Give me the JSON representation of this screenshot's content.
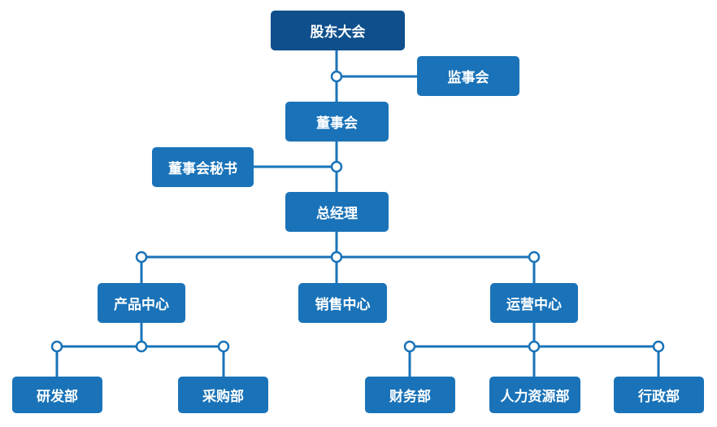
{
  "colors": {
    "node": "#1a73b8",
    "top_node": "#0e4f8c",
    "line": "#1a73b8",
    "background": "#ffffff"
  },
  "org": {
    "shareholders_meeting": "股东大会",
    "supervisory_board": "监事会",
    "board_of_directors": "董事会",
    "board_secretary": "董事会秘书",
    "general_manager": "总经理",
    "product_center": "产品中心",
    "sales_center": "销售中心",
    "operations_center": "运营中心",
    "rnd_dept": "研发部",
    "purchasing_dept": "采购部",
    "finance_dept": "财务部",
    "hr_dept": "人力资源部",
    "admin_dept": "行政部"
  }
}
